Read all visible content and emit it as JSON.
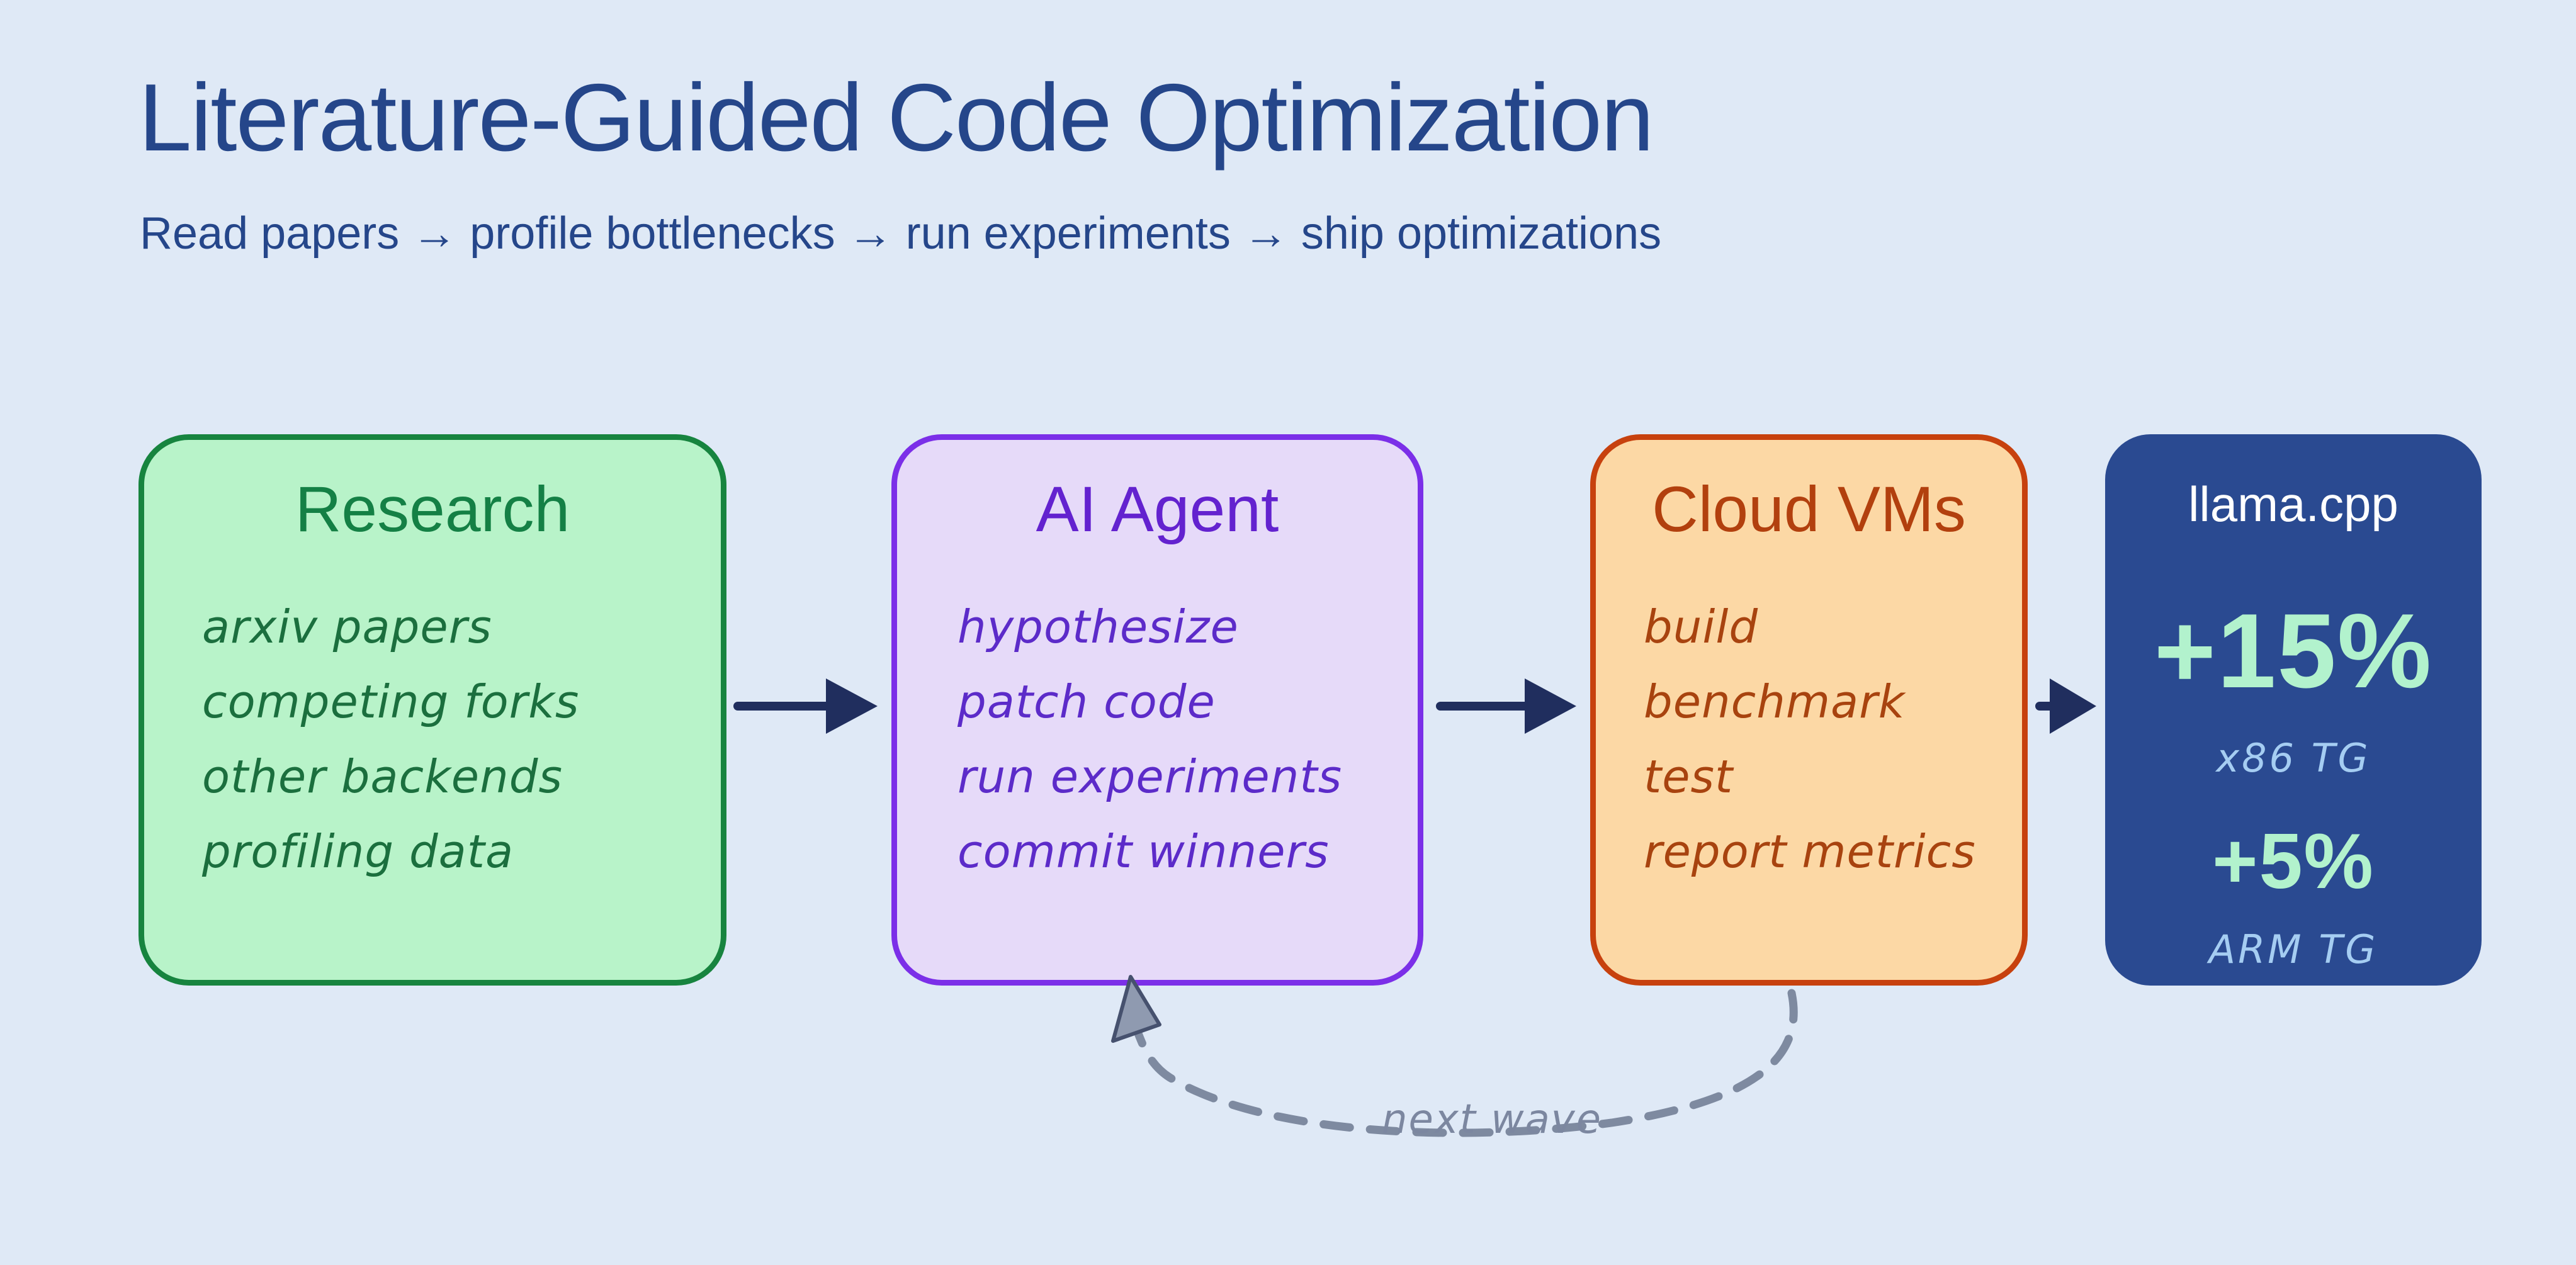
{
  "page": {
    "background": "#dfe9f6"
  },
  "header": {
    "title": "Literature-Guided Code Optimization",
    "subtitle": "Read papers → profile bottlenecks → run experiments → ship optimizations",
    "text_color": "#25468a"
  },
  "boxes": [
    {
      "title": "Research",
      "items": [
        "arxiv papers",
        "competing forks",
        "other backends",
        "profiling data"
      ],
      "fill": "#b8f3c9",
      "border": "#17843f",
      "title_color": "#148045",
      "item_color": "#1b6f3e"
    },
    {
      "title": "AI Agent",
      "items": [
        "hypothesize",
        "patch code",
        "run experiments",
        "commit winners"
      ],
      "fill": "#e6daf9",
      "border": "#7b2fe8",
      "title_color": "#6322cf",
      "item_color": "#5c2bc9"
    },
    {
      "title": "Cloud VMs",
      "items": [
        "build",
        "benchmark",
        "test",
        "report metrics"
      ],
      "fill": "#fcd8a5",
      "border": "#c7410e",
      "title_color": "#b2400e",
      "item_color": "#a8430f"
    },
    {
      "title": "llama.cpp",
      "metrics": [
        {
          "value": "+15%",
          "label": "x86 TG"
        },
        {
          "value": "+5%",
          "label": "ARM TG"
        }
      ],
      "fill": "#2a4a91",
      "title_color": "#ffffff",
      "value_color": "#b2f2cd",
      "label_color": "#a5cdf2"
    }
  ],
  "arrows": {
    "color": "#202e5e"
  },
  "feedback": {
    "label": "next wave",
    "line_color": "#7e8aa0",
    "label_color": "#7c87a0",
    "arrowhead_fill": "#8f9ab0",
    "arrowhead_stroke": "#46516e"
  }
}
